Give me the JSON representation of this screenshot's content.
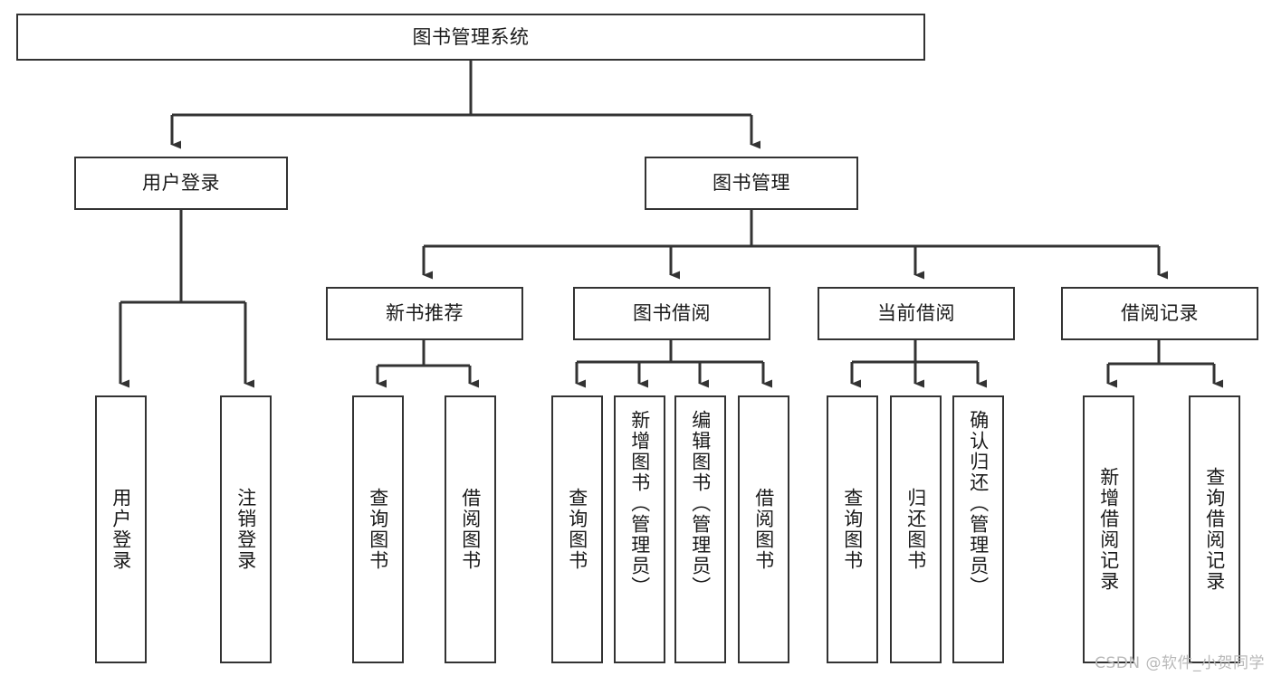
{
  "diagram": {
    "type": "hierarchy-tree",
    "title": "图书管理系统",
    "root": {
      "id": "root",
      "label": "图书管理系统"
    },
    "level2": [
      {
        "id": "user-login",
        "label": "用户登录"
      },
      {
        "id": "book-management",
        "label": "图书管理"
      }
    ],
    "level3": [
      {
        "id": "new-book-recommend",
        "label": "新书推荐",
        "parent": "book-management"
      },
      {
        "id": "book-borrow",
        "label": "图书借阅",
        "parent": "book-management"
      },
      {
        "id": "current-borrow",
        "label": "当前借阅",
        "parent": "book-management"
      },
      {
        "id": "borrow-record",
        "label": "借阅记录",
        "parent": "book-management"
      }
    ],
    "leaves": [
      {
        "id": "leaf-user-login",
        "label": "用户登录",
        "parent": "user-login"
      },
      {
        "id": "leaf-logout-login",
        "label": "注销登录",
        "parent": "user-login"
      },
      {
        "id": "leaf-query-book-1",
        "label": "查询图书",
        "parent": "new-book-recommend"
      },
      {
        "id": "leaf-borrow-book-1",
        "label": "借阅图书",
        "parent": "new-book-recommend"
      },
      {
        "id": "leaf-query-book-2",
        "label": "查询图书",
        "parent": "book-borrow"
      },
      {
        "id": "leaf-add-book",
        "label": "新增图书（管理员）",
        "parent": "book-borrow"
      },
      {
        "id": "leaf-edit-book",
        "label": "编辑图书（管理员）",
        "parent": "book-borrow"
      },
      {
        "id": "leaf-borrow-book-2",
        "label": "借阅图书",
        "parent": "book-borrow"
      },
      {
        "id": "leaf-query-book-3",
        "label": "查询图书",
        "parent": "current-borrow"
      },
      {
        "id": "leaf-return-book",
        "label": "归还图书",
        "parent": "current-borrow"
      },
      {
        "id": "leaf-confirm-return",
        "label": "确认归还（管理员）",
        "parent": "current-borrow"
      },
      {
        "id": "leaf-add-record",
        "label": "新增借阅记录",
        "parent": "borrow-record"
      },
      {
        "id": "leaf-query-record",
        "label": "查询借阅记录",
        "parent": "borrow-record"
      }
    ],
    "colors": {
      "stroke": "#333333",
      "fill": "#ffffff",
      "text": "#1a1a1a",
      "watermark": "#b9b9b9"
    }
  },
  "watermark": {
    "text": "CSDN @软件_小贺同学"
  }
}
